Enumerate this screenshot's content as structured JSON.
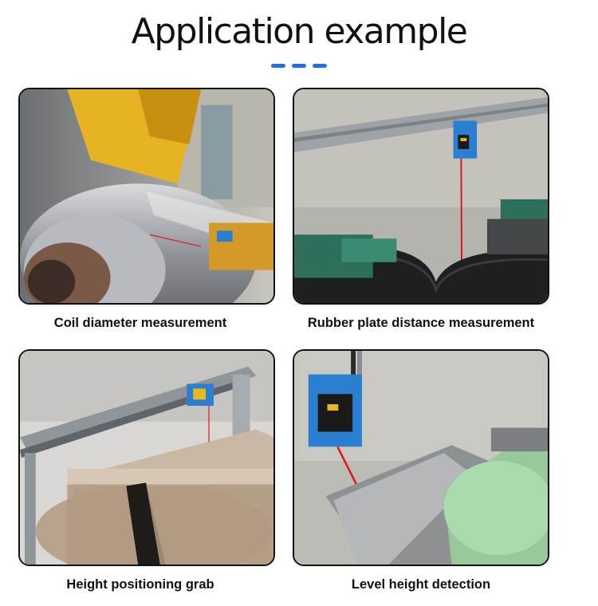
{
  "header": {
    "title": "Application example"
  },
  "cards": [
    {
      "caption": "Coil diameter measurement",
      "scene": "steel coil unwinding machine with laser sensor"
    },
    {
      "caption": "Rubber plate distance measurement",
      "scene": "conveyor with rubber plate and overhead laser sensor"
    },
    {
      "caption": "Height positioning grab",
      "scene": "paper roll under aluminum frame with laser sensor"
    },
    {
      "caption": "Level height detection",
      "scene": "hopper with green material and laser sensor"
    }
  ],
  "colors": {
    "accent": "#1f6fe8",
    "laser": "#e0141b",
    "sensor": "#2a7fd0"
  }
}
